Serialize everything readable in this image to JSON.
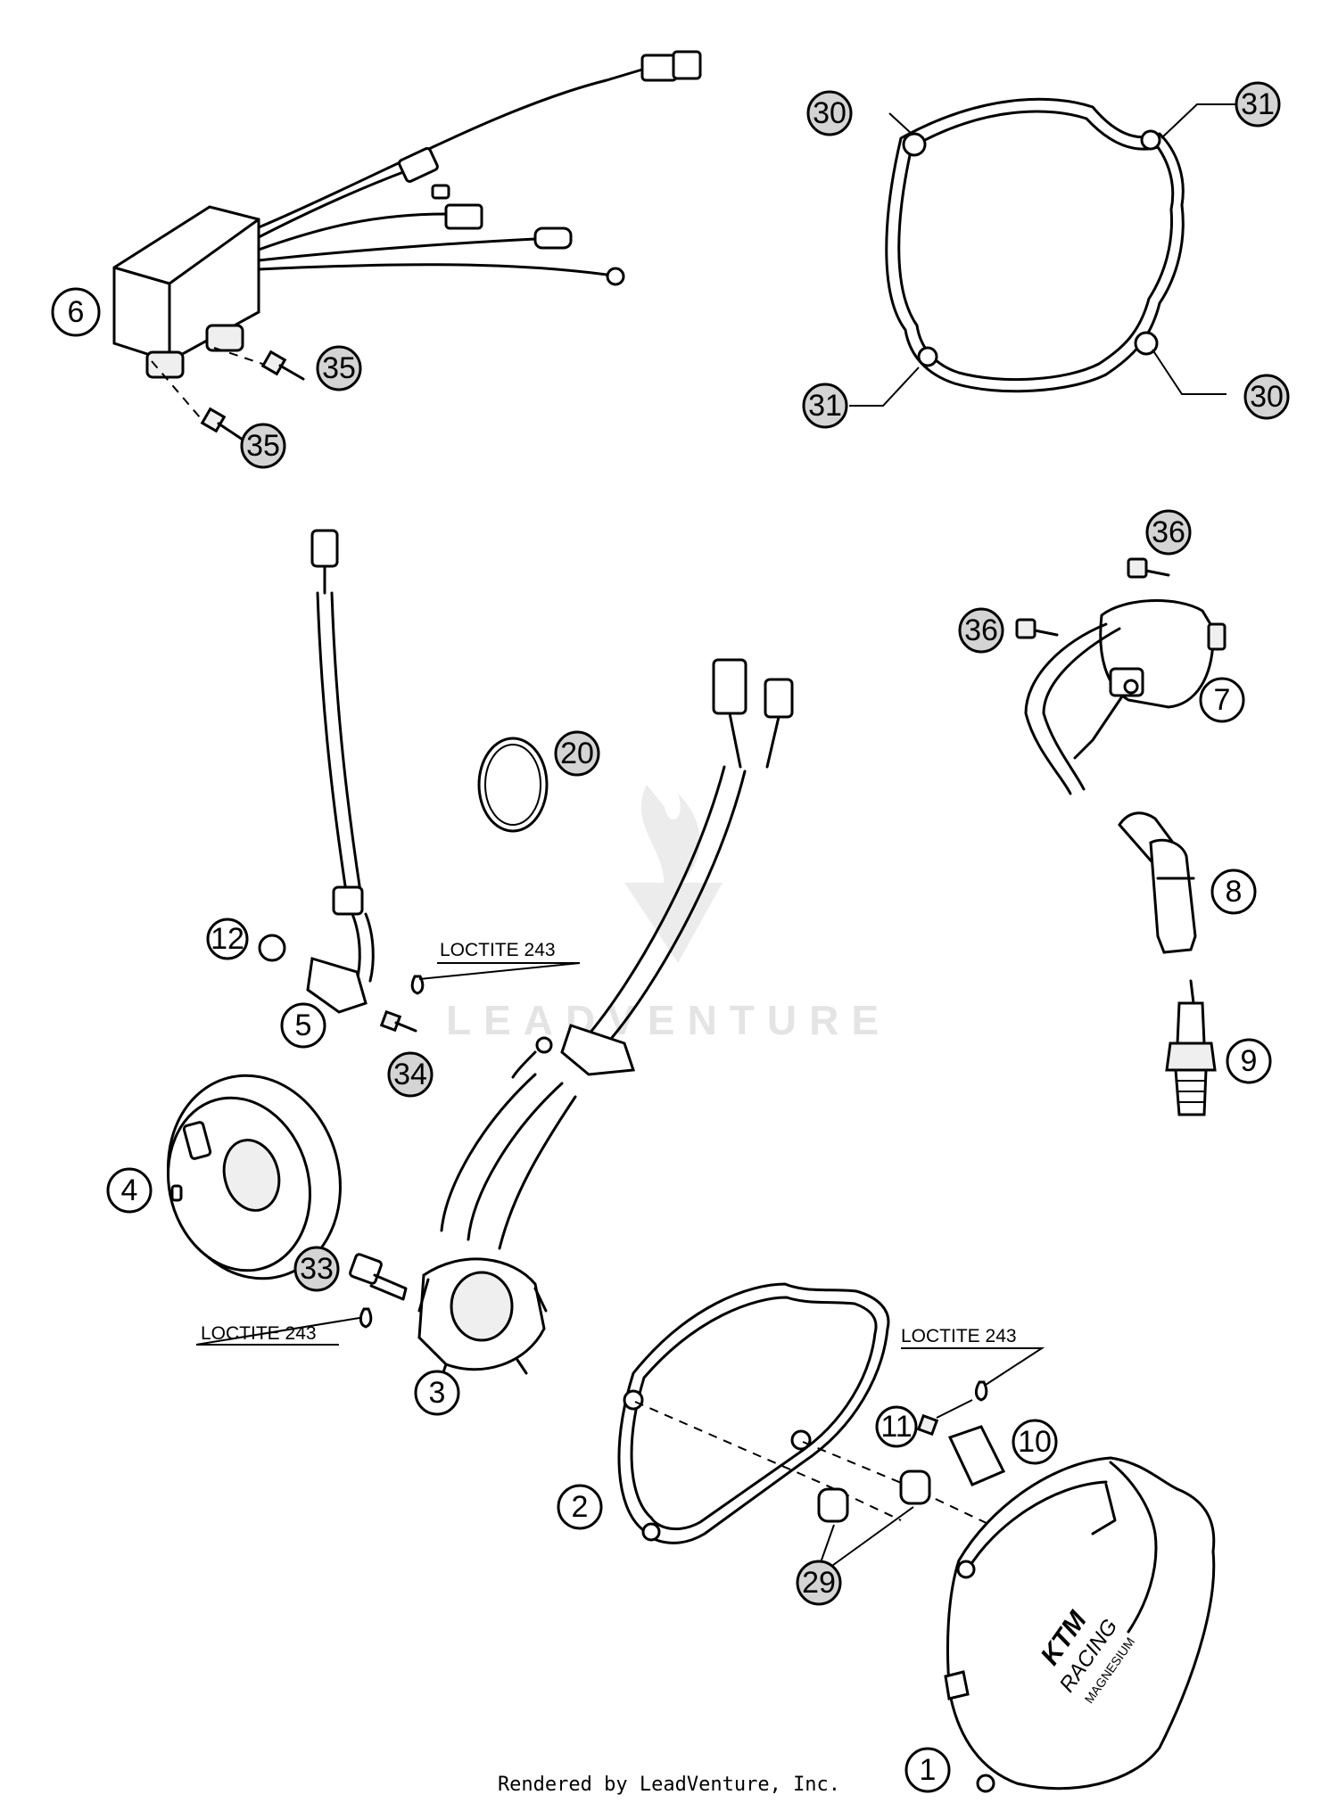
{
  "callouts": [
    {
      "id": "c-1",
      "label": "1",
      "filled": false
    },
    {
      "id": "c-2",
      "label": "2",
      "filled": false
    },
    {
      "id": "c-3",
      "label": "3",
      "filled": false
    },
    {
      "id": "c-4",
      "label": "4",
      "filled": false
    },
    {
      "id": "c-5",
      "label": "5",
      "filled": false
    },
    {
      "id": "c-6",
      "label": "6",
      "filled": false
    },
    {
      "id": "c-7",
      "label": "7",
      "filled": false
    },
    {
      "id": "c-8",
      "label": "8",
      "filled": false
    },
    {
      "id": "c-9",
      "label": "9",
      "filled": false
    },
    {
      "id": "c-10",
      "label": "10",
      "filled": false
    },
    {
      "id": "c-11",
      "label": "11",
      "filled": false
    },
    {
      "id": "c-12",
      "label": "12",
      "filled": false
    },
    {
      "id": "c-20",
      "label": "20",
      "filled": true
    },
    {
      "id": "c-29",
      "label": "29",
      "filled": true
    },
    {
      "id": "c-30a",
      "label": "30",
      "filled": true
    },
    {
      "id": "c-30b",
      "label": "30",
      "filled": true
    },
    {
      "id": "c-31a",
      "label": "31",
      "filled": true
    },
    {
      "id": "c-31b",
      "label": "31",
      "filled": true
    },
    {
      "id": "c-33",
      "label": "33",
      "filled": true
    },
    {
      "id": "c-34",
      "label": "34",
      "filled": true
    },
    {
      "id": "c-35a",
      "label": "35",
      "filled": true
    },
    {
      "id": "c-35b",
      "label": "35",
      "filled": true
    },
    {
      "id": "c-36a",
      "label": "36",
      "filled": true
    },
    {
      "id": "c-36b",
      "label": "36",
      "filled": true
    }
  ],
  "notes": {
    "loctite_1": "LOCTITE 243",
    "loctite_2": "LOCTITE 243",
    "loctite_3": "LOCTITE 243"
  },
  "cover_logo": {
    "brand": "KTM",
    "line1": "RACING",
    "line2": "MAGNESIUM"
  },
  "watermark": "LEADVENTURE",
  "footer": "Rendered by LeadVenture, Inc."
}
